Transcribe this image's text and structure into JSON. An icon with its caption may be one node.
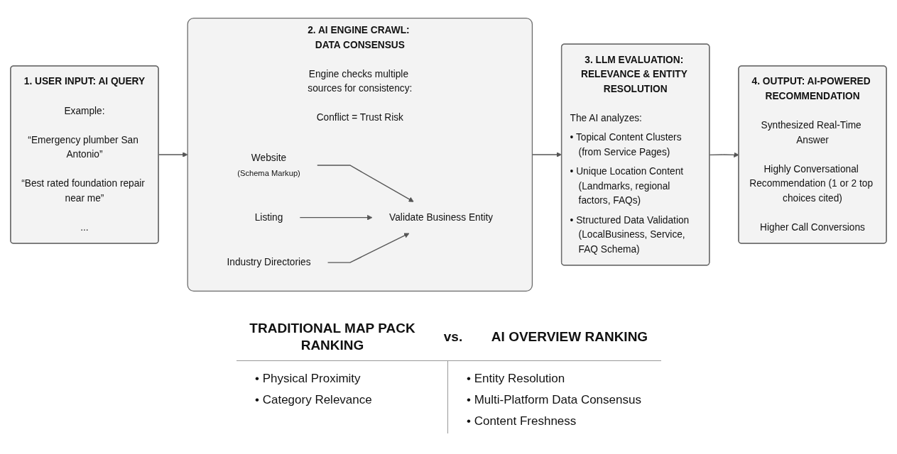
{
  "diagram": {
    "nodes": [
      {
        "text": [
          "1. USER INPUT: AI QUERY",
          "Example:",
          "“Emergency plumber San Antonio”",
          "“Best rated foundation repair near me”",
          "..."
        ]
      },
      {
        "text": [
          "2. AI ENGINE CRAWL: DATA CONSENSUS",
          "Engine checks multiple sources for consistency:",
          "Conflict = Trust Risk"
        ]
      },
      {
        "text": [
          "Website",
          "(Schema Markup)"
        ],
        "in": 1
      },
      {
        "text": [
          "Listing"
        ],
        "in": 1
      },
      {
        "text": [
          "Industry Directories"
        ],
        "in": 1
      },
      {
        "text": [
          "Validate Business Entity"
        ],
        "in": 1
      },
      {
        "text": [
          "3. LLM EVALUATION: RELEVANCE & ENTITY RESOLUTION",
          "The AI analyzes:",
          "• Topical Content Clusters (from Service Pages)",
          "• Unique Location Content (Landmarks, regional factors, FAQs)",
          "• Structured Data Validation (LocalBusiness, Service, FAQ Schema)"
        ]
      },
      {
        "text": [
          "4. OUTPUT: AI-POWERED RECOMMENDATION",
          "Synthesized Real-Time Answer",
          "Highly Conversational Recommendation (1 or 2 top choices cited)",
          "Higher Call Conversions"
        ]
      }
    ],
    "edges": [
      {
        "from": 0,
        "to": 1,
        "arrow": "to"
      },
      {
        "from": 2,
        "to": 5,
        "arrow": "to"
      },
      {
        "from": 3,
        "to": 5,
        "arrow": "to"
      },
      {
        "from": 4,
        "to": 5,
        "arrow": "to"
      },
      {
        "from": 1,
        "to": 6,
        "arrow": "to"
      },
      {
        "from": 6,
        "to": 7,
        "arrow": "to"
      }
    ],
    "labels": [
      "TRADITIONAL MAP PACK RANKING",
      "vs.",
      "AI OVERVIEW RANKING",
      "• Physical Proximity",
      "• Entity Resolution",
      "• Category Relevance",
      "• Multi-Platform Data Consensus",
      "• Content Freshness"
    ]
  }
}
